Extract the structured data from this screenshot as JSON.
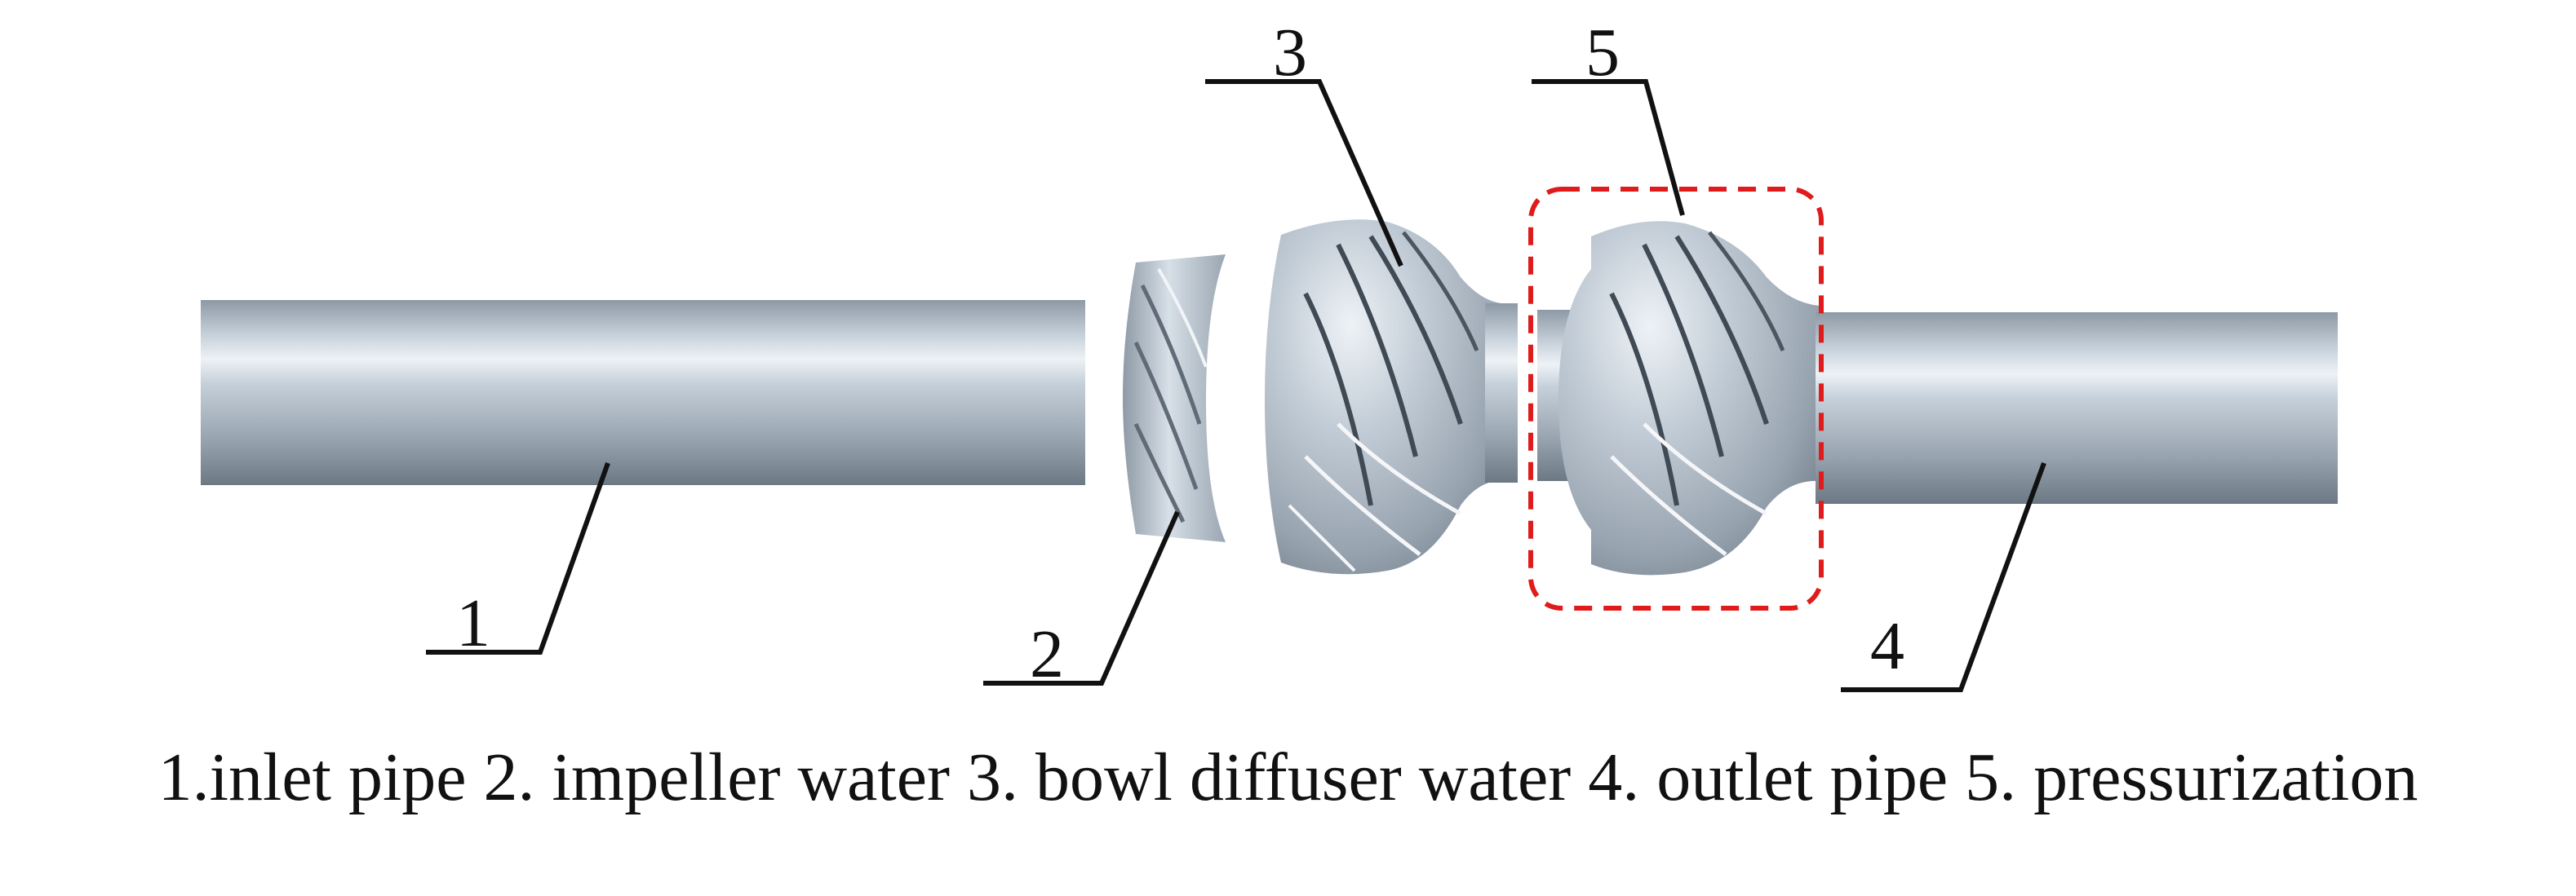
{
  "labels": {
    "one": "1",
    "two": "2",
    "three": "3",
    "four": "4",
    "five": "5"
  },
  "caption": "1.inlet pipe 2. impeller water 3. bowl diffuser water 4. outlet pipe 5. pressurization",
  "colors": {
    "pipe_light": "#e6ecf2",
    "pipe_mid": "#a7b3bf",
    "pipe_dark": "#6c7884",
    "highlight_box": "#e01b1b",
    "leader": "#111111"
  }
}
